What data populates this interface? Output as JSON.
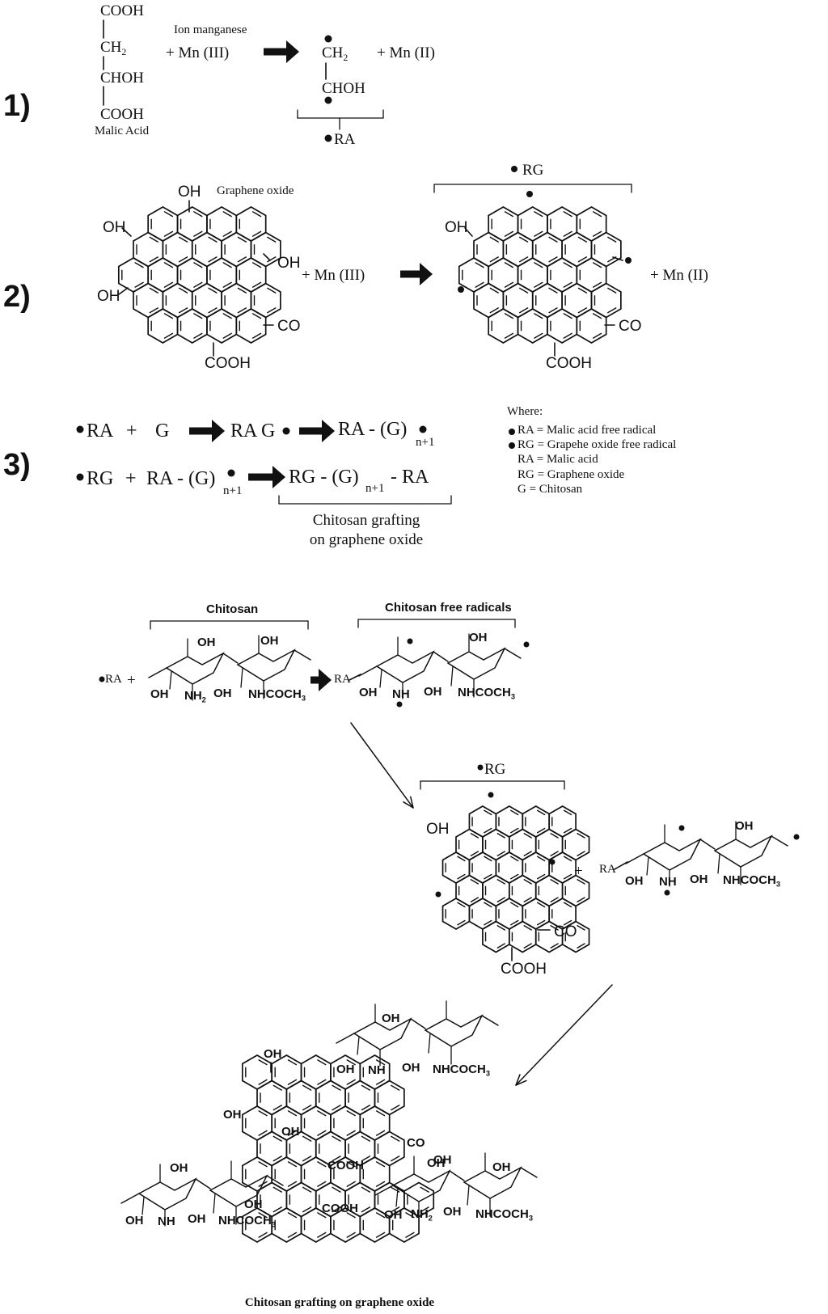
{
  "step_labels": [
    "1)",
    "2)",
    "3)"
  ],
  "section1": {
    "malic": {
      "cooh_top": "COOH",
      "ch2": "CH",
      "ch2_sub": "2",
      "chohh": "CHOH",
      "cooh_bottom": "COOH",
      "name": "Malic Acid"
    },
    "ion_label": "Ion manganese",
    "plus_mn3": "+ Mn (III)",
    "radical": {
      "ch2": "CH",
      "ch2_sub": "2",
      "choh": "CHOH",
      "label": "RA"
    },
    "plus_mn2": "+ Mn (II)"
  },
  "section2": {
    "go_title": "Graphene oxide",
    "oh": "OH",
    "co": "CO",
    "cooh": "COOH",
    "plus_mn3": "+ Mn (III)",
    "rg_label": "RG",
    "plus_mn2": "+ Mn (II)"
  },
  "section3": {
    "line1": {
      "ra": "RA",
      "plus": "+",
      "g": "G",
      "rag": "RA G",
      "ra_g": "RA - (G)",
      "n1": "n+1"
    },
    "line2": {
      "rg": "RG",
      "plus": "+",
      "ra_g": "RA - (G)",
      "n1": "n+1",
      "rg_g": "RG - (G)",
      "n1b": "n+1",
      "ra_end": "- RA"
    },
    "caption_line1": "Chitosan grafting",
    "caption_line2": "on graphene oxide",
    "legend": {
      "title": "Where:",
      "items": [
        "RA = Malic acid free radical",
        "RG = Grapehe oxide free radical",
        "RA = Malic acid",
        "RG = Graphene oxide",
        "G = Chitosan"
      ]
    }
  },
  "section4": {
    "chitosan_title": "Chitosan",
    "radicals_title": "Chitosan free radicals",
    "ra": "RA",
    "plus": "+",
    "oh": "OH",
    "nh2": "NH",
    "nh2_sub": "2",
    "nh": "NH",
    "nhcoch3": "NHCOCH",
    "nhcoch3_sub": "3",
    "rg_label": "RG",
    "co": "CO",
    "cooh": "COOH",
    "final_caption": "Chitosan grafting on graphene oxide"
  }
}
